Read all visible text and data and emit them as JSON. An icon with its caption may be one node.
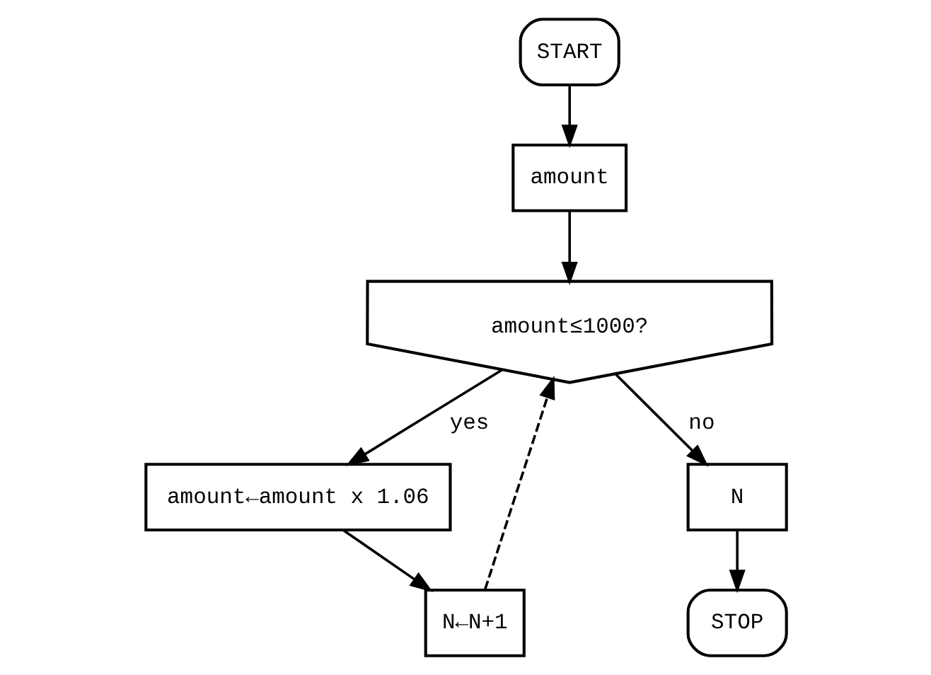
{
  "diagram": {
    "nodes": [
      {
        "text": [
          "START"
        ]
      },
      {
        "text": [
          "amount"
        ]
      },
      {
        "text": [
          "amount≤1000?"
        ]
      },
      {
        "text": [
          "amount←amount x 1.06"
        ]
      },
      {
        "text": [
          "N←N+1"
        ]
      },
      {
        "text": [
          "N"
        ]
      },
      {
        "text": [
          "STOP"
        ]
      }
    ],
    "edges": [
      {
        "from": 0,
        "to": 1,
        "arrow": "to"
      },
      {
        "from": 1,
        "to": 2,
        "arrow": "to"
      },
      {
        "from": 2,
        "to": 3,
        "label": "yes",
        "arrow": "to"
      },
      {
        "from": 3,
        "to": 4,
        "arrow": "to"
      },
      {
        "from": 4,
        "to": 2,
        "arrow": "to",
        "style": "dashed"
      },
      {
        "from": 2,
        "to": 5,
        "label": "no",
        "arrow": "to"
      },
      {
        "from": 5,
        "to": 6,
        "arrow": "to"
      }
    ]
  }
}
